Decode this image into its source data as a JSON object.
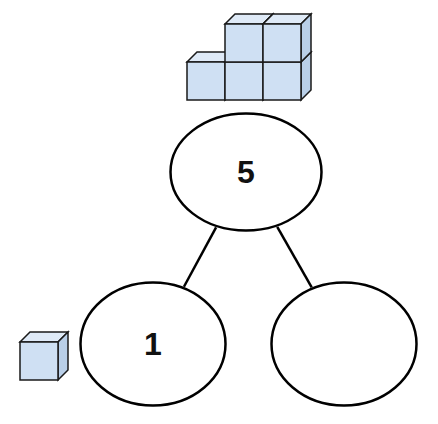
{
  "diagram": {
    "nodes": [
      {
        "text": [
          "5"
        ]
      },
      {
        "text": [
          "1"
        ]
      },
      {
        "text": []
      }
    ],
    "edges": [
      {
        "from": 0,
        "to": 1,
        "arrow": "none"
      },
      {
        "from": 0,
        "to": 2,
        "arrow": "none"
      }
    ]
  }
}
